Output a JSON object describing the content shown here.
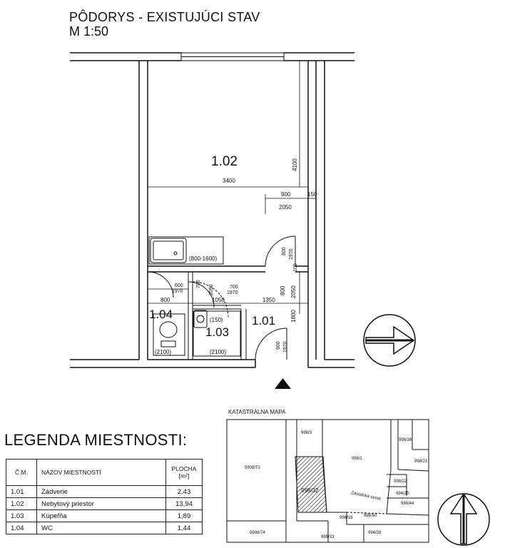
{
  "header": {
    "title": "PÔDORYS  - EXISTUJÚCI STAV",
    "scale": "M 1:50"
  },
  "plan": {
    "rooms": [
      "1.02",
      "1.04",
      "1.03",
      "1.01"
    ],
    "dimensions": {
      "width_main": "3400",
      "height_main": "4100",
      "d900": "900",
      "d150": "150",
      "d2050": "2050",
      "kitchen": "(800-1600)",
      "door_800": "800",
      "door_1970": "1970",
      "d100": "100",
      "d600": "600",
      "d1970a": "1970",
      "d700a": "700",
      "d2050v": "2050",
      "d700b": "700",
      "d1970b": "1970",
      "d800": "800",
      "d1050": "1050",
      "d1350": "1350",
      "d800v": "800",
      "d2050v2": "2050",
      "d1800": "1800",
      "d150b": "(150)",
      "wc_h": "(2100)",
      "bath_h": "(2100)",
      "entry_900": "900",
      "entry_1970": "1970"
    }
  },
  "legend": {
    "title": "LEGENDA MIESTNOSTI:",
    "headers": [
      "Č.M.",
      "NÁZOV MIESTNOSTÍ",
      "PLOCHA [m²]"
    ],
    "rows": [
      {
        "num": "1.01",
        "name": "Zádverie",
        "area": "2,43"
      },
      {
        "num": "1.02",
        "name": "Nebytový priestor",
        "area": "13,94"
      },
      {
        "num": "1.03",
        "name": "Kúpeľňa",
        "area": "1,89"
      },
      {
        "num": "1.04",
        "name": "WC",
        "area": "1,44"
      }
    ]
  },
  "cadastral": {
    "title": "KATASTRÁLNA MAPA",
    "parcels": [
      "998/3",
      "998/38",
      "5908/73",
      "998/1",
      "998/21",
      "998/22",
      "994/25",
      "998/32",
      "998/44",
      "998/18",
      "998/50",
      "5908/74",
      "998/33",
      "994/28"
    ],
    "street": "Závodská cesta"
  }
}
